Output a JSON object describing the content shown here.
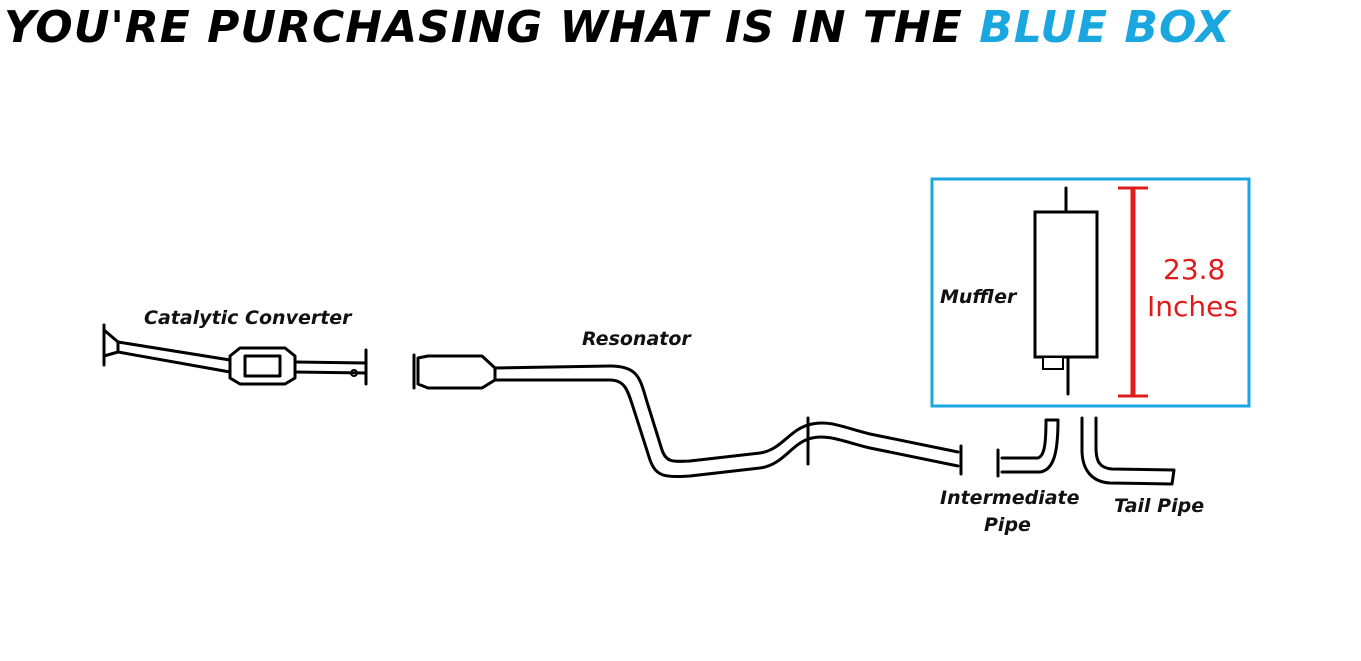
{
  "headline": {
    "text": "YOU'RE PURCHASING WHAT IS IN THE",
    "highlight": "BLUE BOX"
  },
  "labels": {
    "catalytic_converter": "Catalytic Converter",
    "resonator": "Resonator",
    "muffler": "Muffler",
    "intermediate_pipe_line1": "Intermediate",
    "intermediate_pipe_line2": "Pipe",
    "tail_pipe": "Tail Pipe"
  },
  "dimension": {
    "value": "23.8",
    "unit": "Inches"
  },
  "colors": {
    "highlight_box": "#1aa7e0",
    "dimension": "#e01b1b",
    "line": "#000000"
  }
}
